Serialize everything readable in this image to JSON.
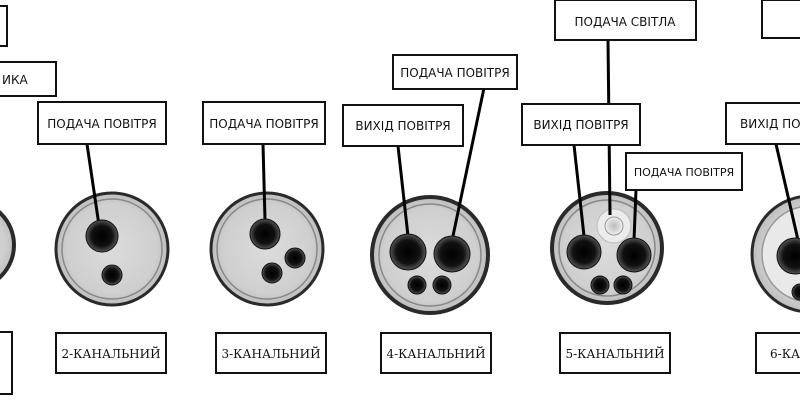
{
  "labels": {
    "left_top": "",
    "left_mid": "ИКА",
    "left_bottom": "",
    "supply_air": "ПОДАЧА ПОВІТРЯ",
    "exhaust_air": "ВИХІД ПОВІТРЯ",
    "supply_light": "ПОДАЧА СВІТЛА"
  },
  "connectors": {
    "two": "2-КАНАЛЬНИЙ",
    "three": "3-КАНАЛЬНИЙ",
    "four": "4-КАНАЛЬНИЙ",
    "five": "5-КАНАЛЬНИЙ",
    "six": "6-КА"
  },
  "colors": {
    "ink": "#111111",
    "plate": "#d4d4d4",
    "ring": "#2a2a2a",
    "port": "#000000",
    "light_port": "#e6e6e6"
  }
}
